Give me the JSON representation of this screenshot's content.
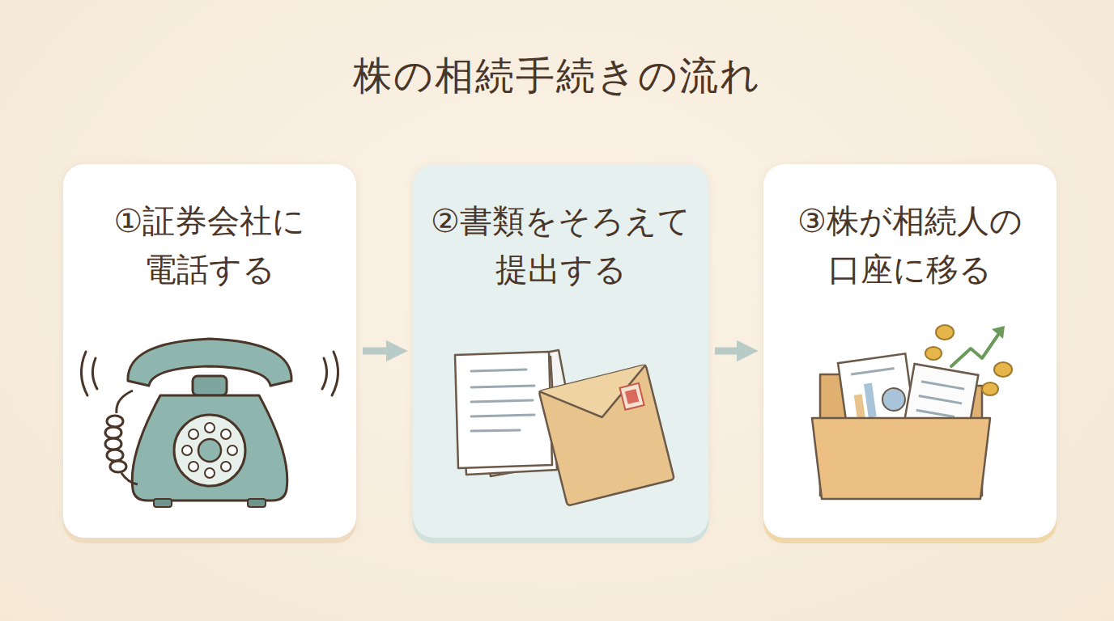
{
  "diagram": {
    "title": "株の相続手続きの流れ",
    "nodes": [
      {
        "text": [
          "①証券会社に 電話する"
        ]
      },
      {
        "text": [
          "②書類をそろえて 提出する"
        ]
      },
      {
        "text": [
          "③株が相続人の 口座に移る"
        ]
      }
    ],
    "edges": [
      {
        "from": 0,
        "to": 1,
        "arrow": "to"
      },
      {
        "from": 1,
        "to": 2,
        "arrow": "to"
      }
    ]
  }
}
